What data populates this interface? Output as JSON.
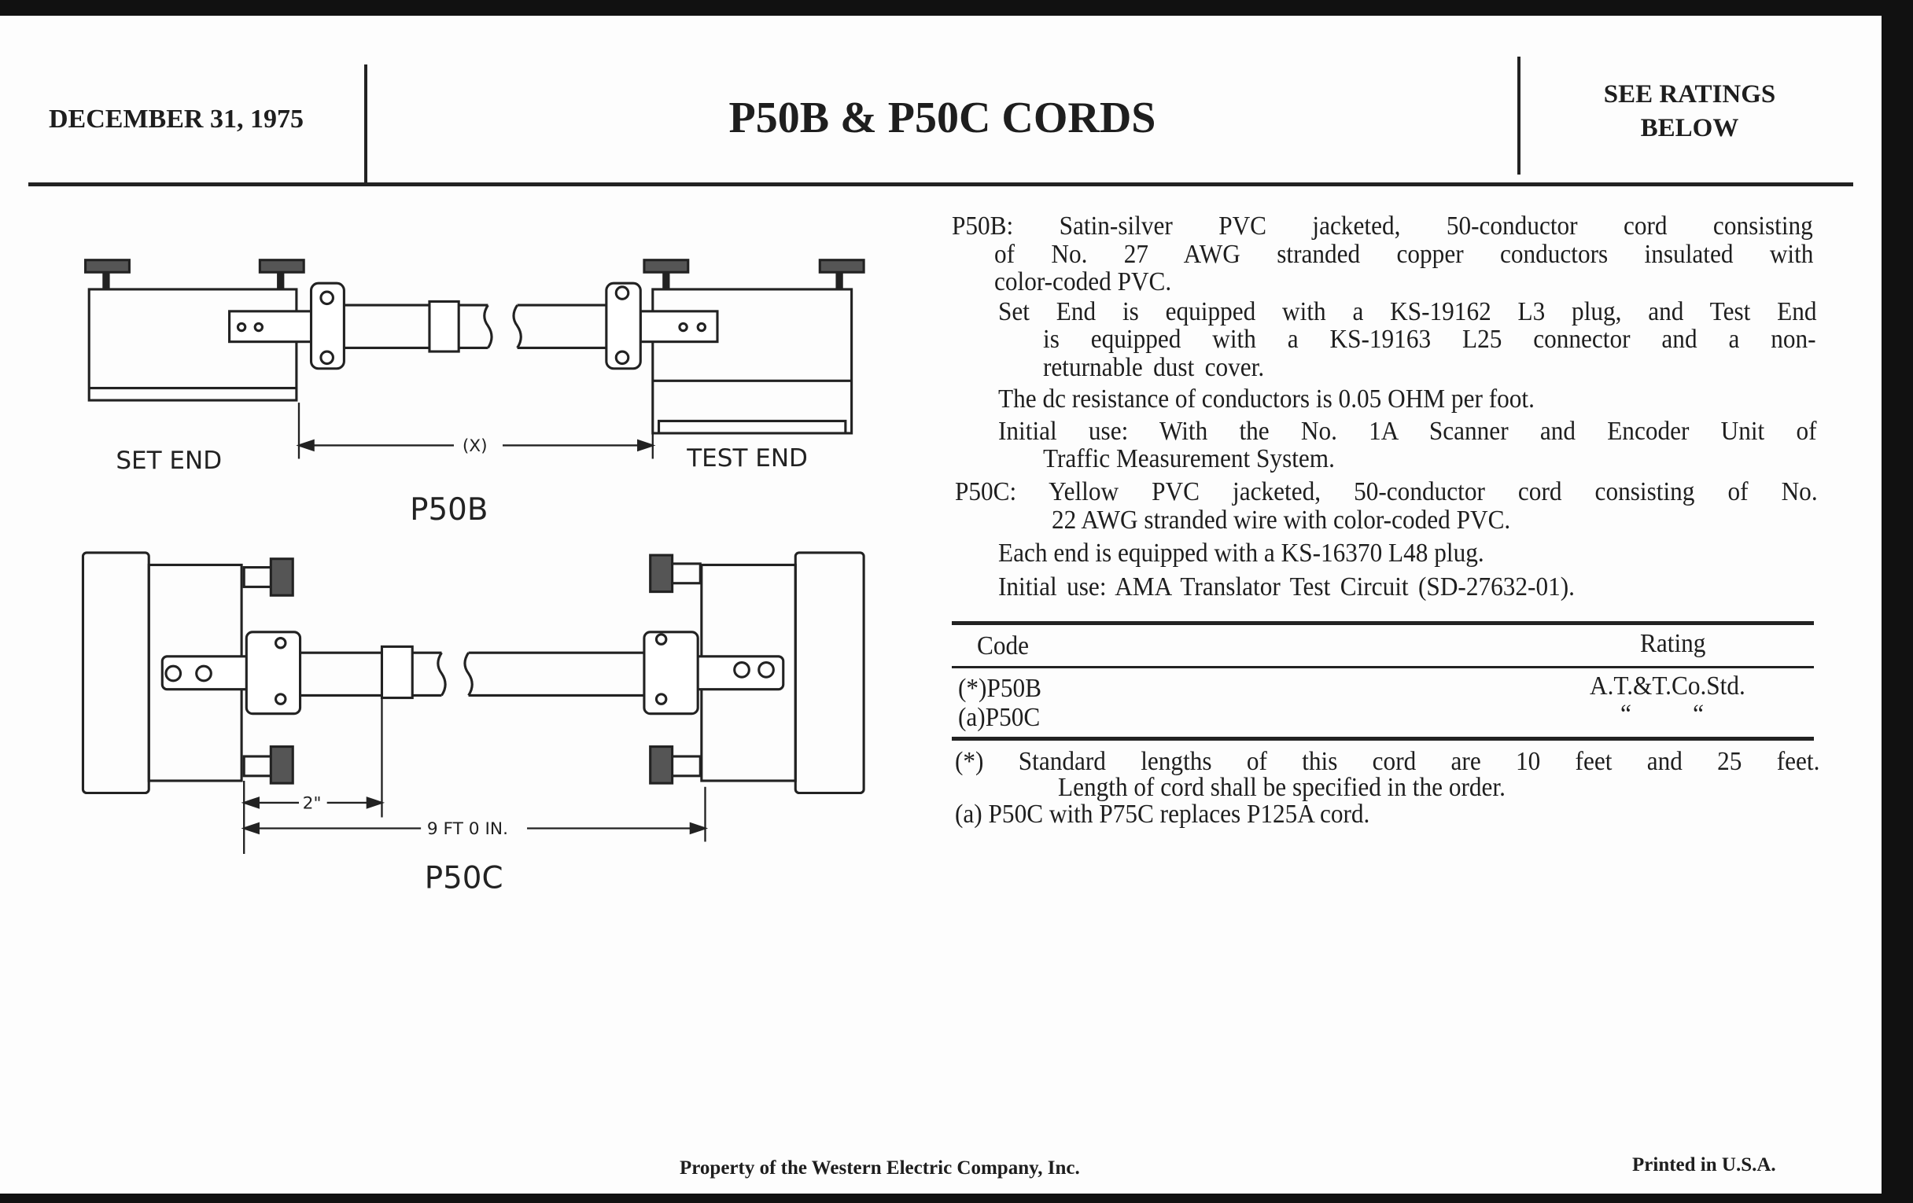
{
  "header": {
    "date": "DECEMBER 31, 1975",
    "title": "P50B & P50C CORDS",
    "ratings_note": [
      "SEE RATINGS",
      "BELOW"
    ]
  },
  "diagram": {
    "set_end": "SET END",
    "test_end": "TEST END",
    "dim_x": "(X)",
    "p50b_label": "P50B",
    "dim_2in": "2\"",
    "dim_9ft": "9 FT 0 IN.",
    "p50c_label": "P50C"
  },
  "description": {
    "p50b": [
      "P50B:  Satin-silver PVC jacketed, 50-conductor cord consisting",
      "of No. 27 AWG stranded copper conductors insulated with",
      "color-coded PVC.",
      "Set End is equipped with a KS-19162 L3 plug, and Test End",
      "is equipped with a KS-19163 L25 connector and a non-",
      "returnable dust cover.",
      "The dc resistance of conductors is 0.05 OHM per foot.",
      "Initial use:  With the No. 1A Scanner and Encoder Unit of",
      "Traffic Measurement System."
    ],
    "p50c": [
      "P50C:  Yellow PVC jacketed, 50-conductor cord consisting of No.",
      "22 AWG stranded wire with color-coded PVC.",
      "Each end is equipped with a KS-16370 L48 plug.",
      "Initial use:  AMA Translator Test Circuit (SD-27632-01)."
    ]
  },
  "ratings_table": {
    "headers": [
      "Code",
      "Rating"
    ],
    "rows": [
      {
        "code": "(*)P50B",
        "rating": "A.T.&T.Co.Std."
      },
      {
        "code": "(a)P50C",
        "rating": "“          “"
      }
    ]
  },
  "notes": [
    "(*)  Standard lengths of this cord are 10 feet and 25 feet.",
    "Length of cord shall be specified in the order.",
    "(a)  P50C with P75C replaces P125A cord."
  ],
  "footer": {
    "property": "Property of the Western Electric Company, Inc.",
    "printed": "Printed in U.S.A."
  }
}
